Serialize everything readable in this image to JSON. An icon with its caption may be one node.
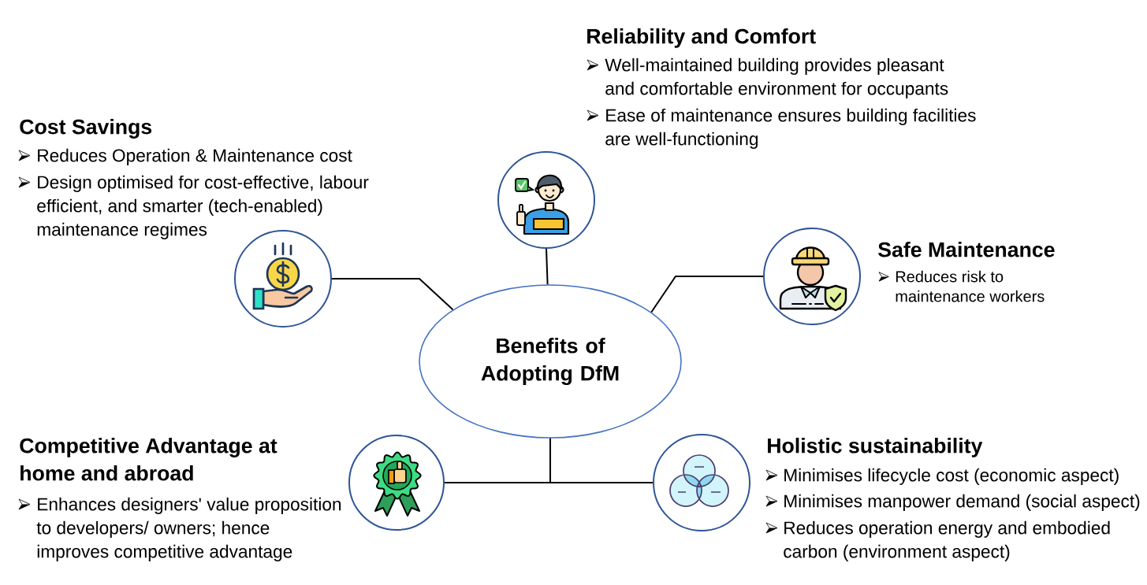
{
  "diagram": {
    "nodes": [
      {
        "text": [
          "Benefits of Adopting DfM"
        ]
      },
      {
        "text": [],
        "shape": "circle",
        "beside": [
          "Reliability and Comfort",
          "Well-maintained building provides pleasant and comfortable environment for occupants",
          "Ease of maintenance ensures building facilities are well-functioning"
        ]
      },
      {
        "text": [],
        "shape": "circle",
        "beside": [
          "Cost Savings",
          "Reduces Operation & Maintenance cost",
          "Design optimised for cost-effective, labour efficient, and smarter (tech-enabled) maintenance regimes"
        ]
      },
      {
        "text": [],
        "shape": "circle",
        "beside": [
          "Safe Maintenance",
          "Reduces risk to maintenance workers"
        ]
      },
      {
        "text": [],
        "shape": "circle",
        "beside": [
          "Competitive Advantage at home and abroad",
          "Enhances designers' value proposition to developers/ owners; hence improves competitive advantage"
        ]
      },
      {
        "text": [],
        "shape": "circle",
        "beside": [
          "Holistic sustainability",
          "Minimises lifecycle cost (economic aspect)",
          "Minimises manpower demand (social aspect)",
          "Reduces operation energy and embodied carbon (environment aspect)"
        ]
      }
    ],
    "edges": [
      {
        "from": 0,
        "to": 1,
        "arrow": "none"
      },
      {
        "from": 0,
        "to": 2,
        "arrow": "none"
      },
      {
        "from": 0,
        "to": 3,
        "arrow": "none"
      },
      {
        "from": 0,
        "to": 4,
        "arrow": "none"
      },
      {
        "from": 0,
        "to": 5,
        "arrow": "none"
      }
    ]
  }
}
